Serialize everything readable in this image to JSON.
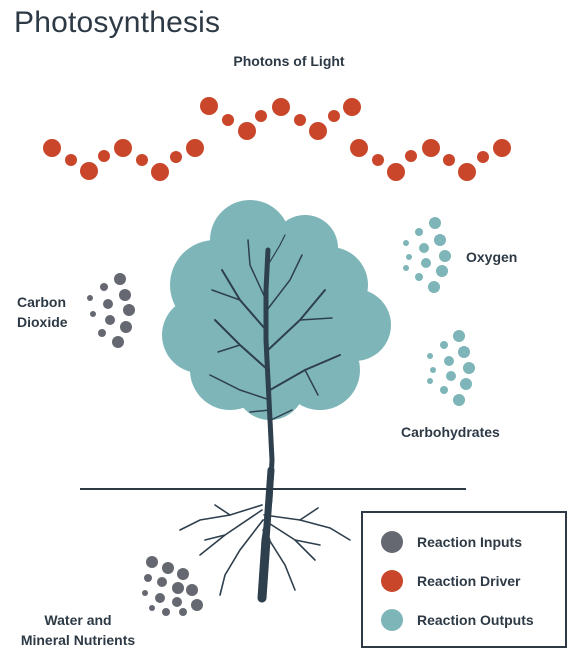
{
  "title": "Photosynthesis",
  "labels": {
    "photons": "Photons of Light",
    "oxygen": "Oxygen",
    "carbon_dioxide_line1": "Carbon",
    "carbon_dioxide_line2": "Dioxide",
    "carbohydrates": "Carbohydrates",
    "water_line1": "Water and",
    "water_line2": "Mineral Nutrients"
  },
  "legend": [
    {
      "label": "Reaction Inputs",
      "color": "#656870"
    },
    {
      "label": "Reaction Driver",
      "color": "#c9462a"
    },
    {
      "label": "Reaction Outputs",
      "color": "#7eb5b8"
    }
  ],
  "colors": {
    "ink": "#2d3a45",
    "input": "#656870",
    "driver": "#c9462a",
    "output": "#7eb5b8",
    "trunk": "#2e3f4d"
  }
}
